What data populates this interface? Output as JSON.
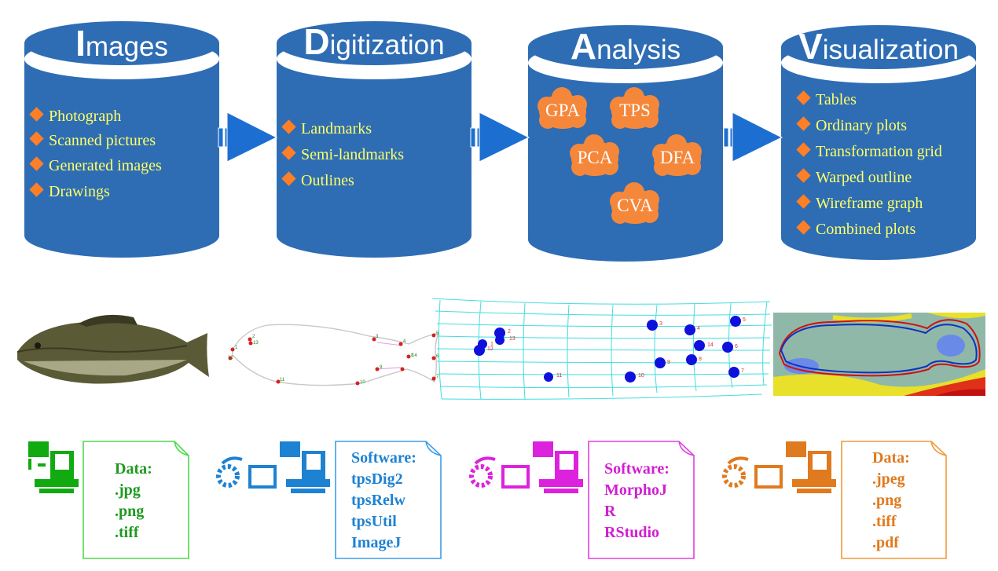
{
  "cylinders": [
    {
      "title_initial": "I",
      "title_rest": "mages",
      "items": [
        "Photograph",
        "Scanned pictures",
        "Generated images",
        "Drawings"
      ]
    },
    {
      "title_initial": "D",
      "title_rest": "igitization",
      "items": [
        "Landmarks",
        "Semi-landmarks",
        "Outlines"
      ]
    },
    {
      "title_initial": "A",
      "title_rest": "nalysis",
      "clouds": [
        "GPA",
        "TPS",
        "PCA",
        "DFA",
        "CVA"
      ]
    },
    {
      "title_initial": "V",
      "title_rest": "isualization",
      "items": [
        "Tables",
        "Ordinary plots",
        "Transformation grid",
        "Warped outline",
        "Wireframe graph",
        "Combined plots"
      ]
    }
  ],
  "digitization_landmarks": [
    "1",
    "2",
    "3",
    "4",
    "5",
    "6",
    "7",
    "8",
    "9",
    "10",
    "11",
    "12",
    "13",
    "14"
  ],
  "grid_landmarks": [
    "1",
    "2",
    "3",
    "4",
    "5",
    "6",
    "7",
    "8",
    "9",
    "10",
    "11",
    "12",
    "13",
    "14"
  ],
  "documents": [
    {
      "lines": [
        "Data:",
        ".jpg",
        ".png",
        ".tiff"
      ],
      "color": "#1f9a1f",
      "border": "#4cd94c"
    },
    {
      "lines": [
        "Software:",
        "tpsDig2",
        "tpsRelw",
        "tpsUtil",
        "ImageJ"
      ],
      "color": "#1e82d2",
      "border": "#3b9ee8"
    },
    {
      "lines": [
        "Software:",
        "MorphoJ",
        "R",
        "RStudio"
      ],
      "color": "#d21ed2",
      "border": "#e040e0"
    },
    {
      "lines": [
        "Data:",
        ".jpeg",
        ".png",
        ".tiff",
        ".pdf"
      ],
      "color": "#e07a1e",
      "border": "#ef9a3a"
    }
  ],
  "colors": {
    "cylinder": "#2e6db4",
    "cylinder_dark": "#1f4f8a",
    "bullet": "#ff7f27",
    "bullet_text": "#ffff66",
    "cloud": "#f5873a",
    "arrow": "#1c6fd0"
  }
}
